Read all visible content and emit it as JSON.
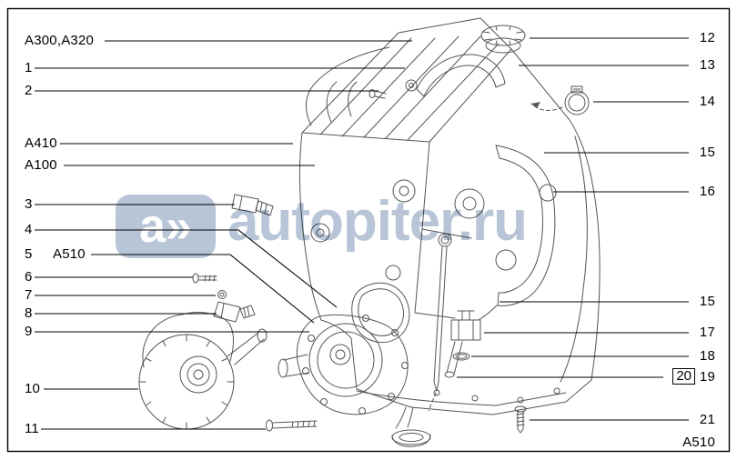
{
  "watermark": {
    "logo_text": "a»",
    "site_text": "autopiter.ru",
    "color": "#b3c1d4"
  },
  "diagram_colors": {
    "drawing_stroke": "#555555",
    "leader_stroke": "#000000"
  },
  "callouts": {
    "left": [
      {
        "label": "A300,A320"
      },
      {
        "label": "1"
      },
      {
        "label": "2"
      },
      {
        "label": "A410"
      },
      {
        "label": "A100"
      },
      {
        "label": "3"
      },
      {
        "label": "4"
      },
      {
        "label": "5"
      },
      {
        "label": "A510"
      },
      {
        "label": "6"
      },
      {
        "label": "7"
      },
      {
        "label": "8"
      },
      {
        "label": "9"
      },
      {
        "label": "10"
      },
      {
        "label": "11"
      }
    ],
    "right": [
      {
        "label": "12"
      },
      {
        "label": "13"
      },
      {
        "label": "14"
      },
      {
        "label": "15"
      },
      {
        "label": "16"
      },
      {
        "label": "15"
      },
      {
        "label": "17"
      },
      {
        "label": "18"
      },
      {
        "label": "20"
      },
      {
        "label": "19"
      },
      {
        "label": "21"
      },
      {
        "label": "A510"
      }
    ]
  }
}
